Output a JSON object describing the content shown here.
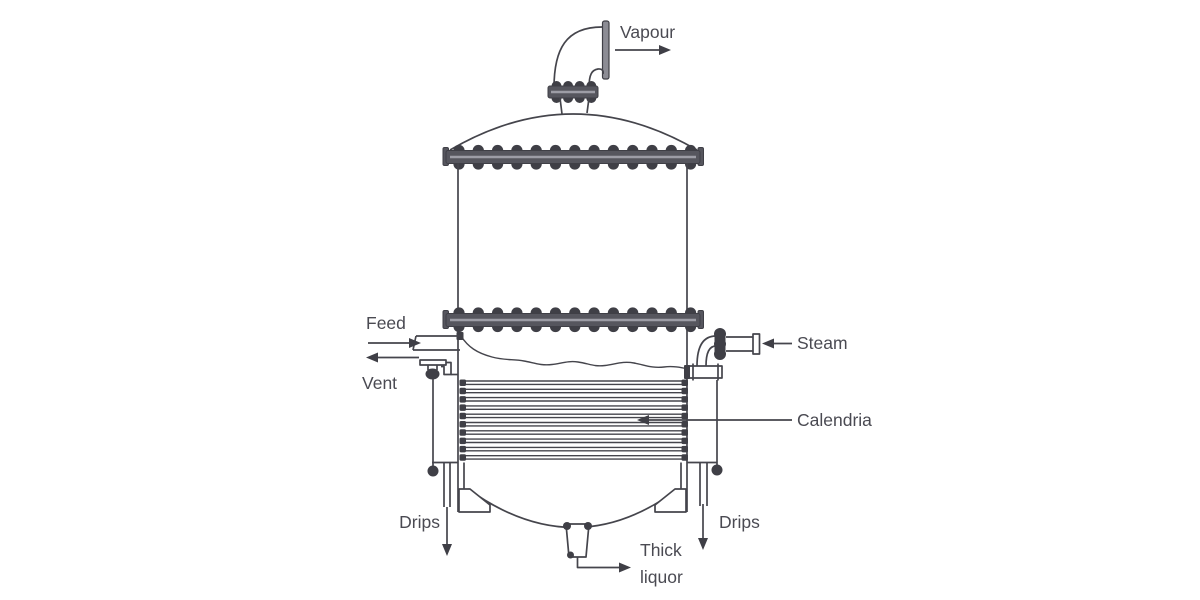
{
  "figure": {
    "type": "process-equipment-diagram",
    "subject": "horizontal-tube-evaporator",
    "background": "#ffffff",
    "colors": {
      "line": "#45454c",
      "dark": "#3f3f46",
      "text": "#4a4a52"
    },
    "calendria_tube_count": 10,
    "labels": {
      "vapour": "Vapour",
      "feed": "Feed",
      "vent": "Vent",
      "steam": "Steam",
      "calendria": "Calendria",
      "drips_left": "Drips",
      "drips_right": "Drips",
      "thick_liquor_line1": "Thick",
      "thick_liquor_line2": "liquor"
    }
  }
}
